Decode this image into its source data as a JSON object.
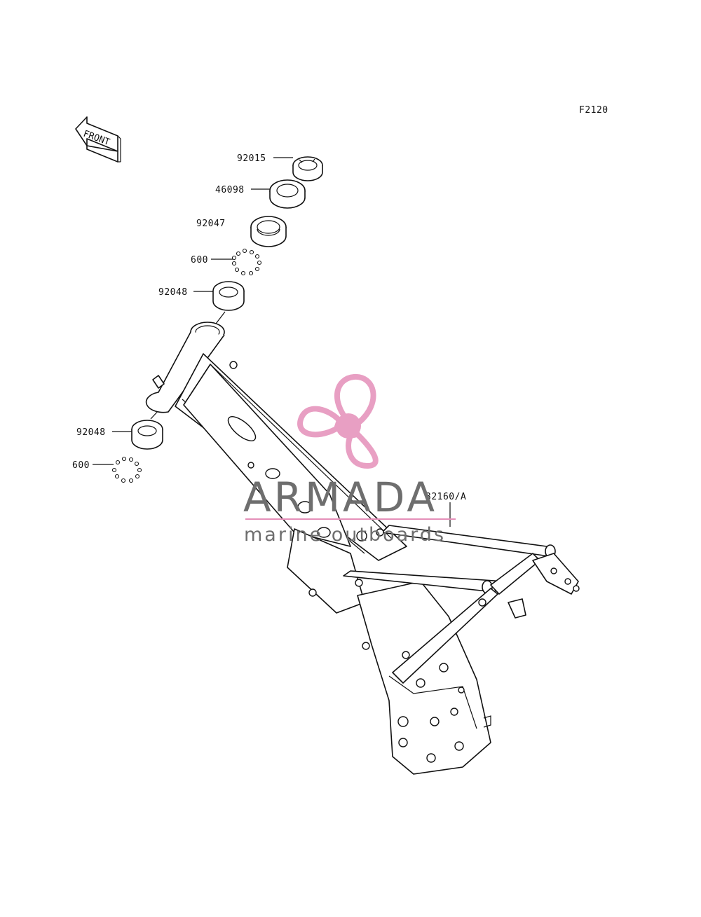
{
  "diagram_code": "F2120",
  "front_arrow_label": "FRONT",
  "parts": {
    "p1": "92015",
    "p2": "46098",
    "p3": "92047",
    "p4": "600",
    "p5": "92048",
    "p6": "92048",
    "p7": "600",
    "p8": "32160/A"
  },
  "watermark": {
    "brand": "ARMADA",
    "tagline": "marine outboards",
    "logo_color": "#e58fb9",
    "text_color": "#6e6e6e"
  }
}
